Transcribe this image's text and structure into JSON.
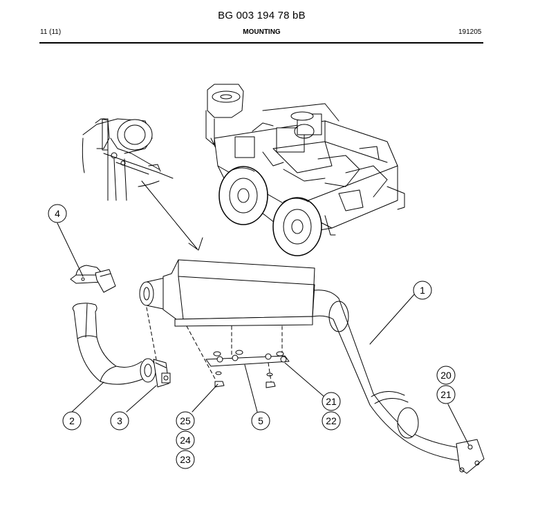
{
  "header": {
    "doc_code": "BG 003 194 78 bB",
    "page": "11 (11)",
    "section": "MOUNTING",
    "date": "191205"
  },
  "callouts": [
    {
      "id": "c1",
      "label": "1"
    },
    {
      "id": "c2",
      "label": "2"
    },
    {
      "id": "c3",
      "label": "3"
    },
    {
      "id": "c4",
      "label": "4"
    },
    {
      "id": "c5",
      "label": "5"
    },
    {
      "id": "c20",
      "label": "20"
    },
    {
      "id": "c21a",
      "label": "21"
    },
    {
      "id": "c21b",
      "label": "21"
    },
    {
      "id": "c22",
      "label": "22"
    },
    {
      "id": "c23",
      "label": "23"
    },
    {
      "id": "c24",
      "label": "24"
    },
    {
      "id": "c25",
      "label": "25"
    }
  ]
}
